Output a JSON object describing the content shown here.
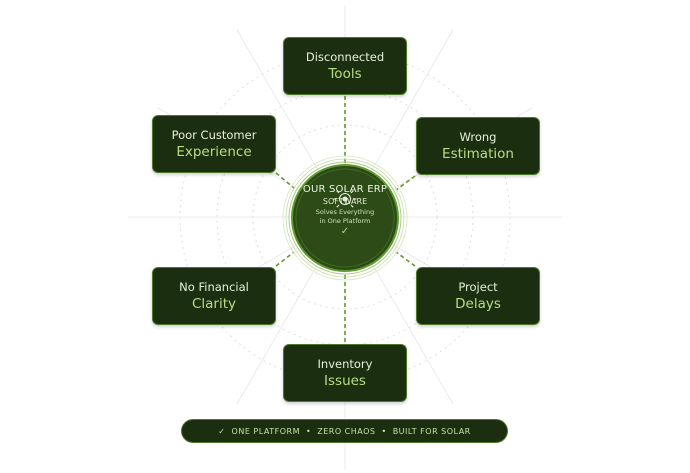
{
  "hub": {
    "title": "OUR SOLAR ERP",
    "subtitle": "SOFTWARE",
    "tagline_1": "Solves Everything",
    "tagline_2": "in One Platform",
    "check": "✓"
  },
  "problems": [
    {
      "line1": "Disconnected",
      "line2": "Tools"
    },
    {
      "line1": "Wrong",
      "line2": "Estimation"
    },
    {
      "line1": "Project",
      "line2": "Delays"
    },
    {
      "line1": "Inventory",
      "line2": "Issues"
    },
    {
      "line1": "No Financial",
      "line2": "Clarity"
    },
    {
      "line1": "Poor Customer",
      "line2": "Experience"
    }
  ],
  "footer": {
    "check": "✓",
    "item1": "ONE PLATFORM",
    "item2": "ZERO CHAOS",
    "item3": "BUILT FOR SOLAR",
    "sep": "•"
  },
  "colors": {
    "box_fill": "#1b2e10",
    "box_border": "#4d7a2a",
    "accent": "#b9de82",
    "connector": "#5e9a2e"
  },
  "icons": {
    "hub": "sun-icon"
  }
}
